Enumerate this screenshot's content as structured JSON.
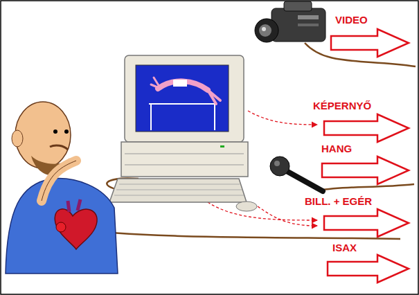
{
  "diagram": {
    "labels": [
      "VIDEO",
      "KÉPERNYŐ",
      "HANG",
      "BILL. + EGÉR",
      "ISAX"
    ]
  }
}
